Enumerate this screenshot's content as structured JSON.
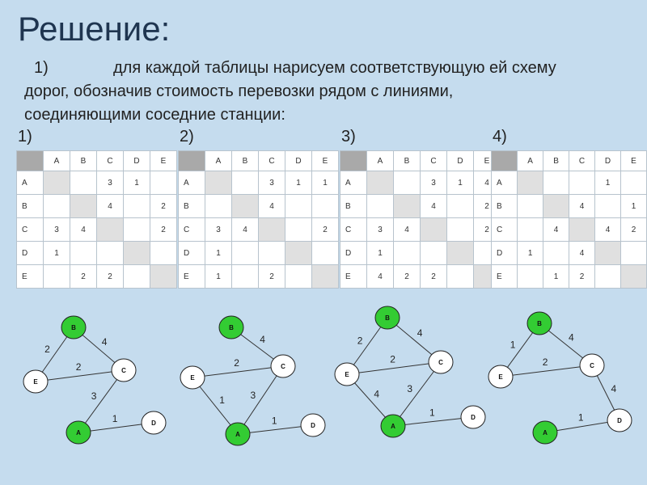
{
  "title": "Решение:",
  "paragraph": {
    "number": "1)",
    "line1": "для каждой таблицы нарисуем соответствующую ей схему",
    "line2": "дорог, обозначив стоимость перевозки рядом с линиями,",
    "line3": "соединяющими соседние станции:"
  },
  "colors": {
    "background": "#c5dcee",
    "node_green": "#33cc33",
    "node_white": "#ffffff"
  },
  "tables": [
    {
      "number": "1)",
      "headers": [
        "A",
        "B",
        "C",
        "D",
        "E"
      ],
      "rows": [
        {
          "label": "A",
          "cells": [
            "",
            "",
            "3",
            "1",
            ""
          ]
        },
        {
          "label": "B",
          "cells": [
            "",
            "",
            "4",
            "",
            "2"
          ]
        },
        {
          "label": "C",
          "cells": [
            "3",
            "4",
            "",
            "",
            "2"
          ]
        },
        {
          "label": "D",
          "cells": [
            "1",
            "",
            "",
            "",
            ""
          ]
        },
        {
          "label": "E",
          "cells": [
            "",
            "2",
            "2",
            "",
            ""
          ]
        }
      ]
    },
    {
      "number": "2)",
      "headers": [
        "A",
        "B",
        "C",
        "D",
        "E"
      ],
      "rows": [
        {
          "label": "A",
          "cells": [
            "",
            "",
            "3",
            "1",
            "1"
          ]
        },
        {
          "label": "B",
          "cells": [
            "",
            "",
            "4",
            "",
            ""
          ]
        },
        {
          "label": "C",
          "cells": [
            "3",
            "4",
            "",
            "",
            "2"
          ]
        },
        {
          "label": "D",
          "cells": [
            "1",
            "",
            "",
            "",
            ""
          ]
        },
        {
          "label": "E",
          "cells": [
            "1",
            "",
            "2",
            "",
            ""
          ]
        }
      ]
    },
    {
      "number": "3)",
      "headers": [
        "A",
        "B",
        "C",
        "D",
        "E"
      ],
      "rows": [
        {
          "label": "A",
          "cells": [
            "",
            "",
            "3",
            "1",
            "4"
          ]
        },
        {
          "label": "B",
          "cells": [
            "",
            "",
            "4",
            "",
            "2"
          ]
        },
        {
          "label": "C",
          "cells": [
            "3",
            "4",
            "",
            "",
            "2"
          ]
        },
        {
          "label": "D",
          "cells": [
            "1",
            "",
            "",
            "",
            ""
          ]
        },
        {
          "label": "E",
          "cells": [
            "4",
            "2",
            "2",
            "",
            ""
          ]
        }
      ]
    },
    {
      "number": "4)",
      "headers": [
        "A",
        "B",
        "C",
        "D",
        "E"
      ],
      "rows": [
        {
          "label": "A",
          "cells": [
            "",
            "",
            "",
            "1",
            ""
          ]
        },
        {
          "label": "B",
          "cells": [
            "",
            "",
            "4",
            "",
            "1"
          ]
        },
        {
          "label": "C",
          "cells": [
            "",
            "4",
            "",
            "4",
            "2"
          ]
        },
        {
          "label": "D",
          "cells": [
            "1",
            "",
            "4",
            "",
            ""
          ]
        },
        {
          "label": "E",
          "cells": [
            "",
            "1",
            "2",
            "",
            ""
          ]
        }
      ]
    }
  ],
  "graphs": [
    {
      "green_nodes": [
        "B",
        "A"
      ],
      "edges": [
        {
          "from": "B",
          "to": "C",
          "weight": "4"
        },
        {
          "from": "B",
          "to": "E",
          "weight": "2"
        },
        {
          "from": "E",
          "to": "C",
          "weight": "2"
        },
        {
          "from": "C",
          "to": "A",
          "weight": "3"
        },
        {
          "from": "A",
          "to": "D",
          "weight": "1"
        }
      ]
    },
    {
      "green_nodes": [
        "B",
        "A"
      ],
      "edges": [
        {
          "from": "B",
          "to": "C",
          "weight": "4"
        },
        {
          "from": "E",
          "to": "C",
          "weight": "2"
        },
        {
          "from": "E",
          "to": "A",
          "weight": "1"
        },
        {
          "from": "C",
          "to": "A",
          "weight": "3"
        },
        {
          "from": "A",
          "to": "D",
          "weight": "1"
        }
      ]
    },
    {
      "green_nodes": [
        "B",
        "A"
      ],
      "edges": [
        {
          "from": "B",
          "to": "C",
          "weight": "4"
        },
        {
          "from": "B",
          "to": "E",
          "weight": "2"
        },
        {
          "from": "E",
          "to": "C",
          "weight": "2"
        },
        {
          "from": "E",
          "to": "A",
          "weight": "4"
        },
        {
          "from": "C",
          "to": "A",
          "weight": "3"
        },
        {
          "from": "A",
          "to": "D",
          "weight": "1"
        }
      ]
    },
    {
      "green_nodes": [
        "B",
        "A"
      ],
      "edges": [
        {
          "from": "B",
          "to": "C",
          "weight": "4"
        },
        {
          "from": "B",
          "to": "E",
          "weight": "1"
        },
        {
          "from": "E",
          "to": "C",
          "weight": "2"
        },
        {
          "from": "C",
          "to": "D",
          "weight": "4"
        },
        {
          "from": "A",
          "to": "D",
          "weight": "1"
        }
      ]
    }
  ]
}
